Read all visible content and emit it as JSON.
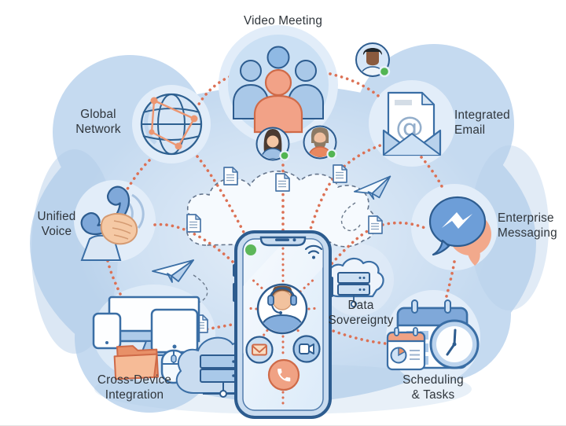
{
  "illustration": {
    "description_visible_text_only": true,
    "features": [
      {
        "id": "video-meeting",
        "label": "Video Meeting",
        "icon": "video-meeting-group-icon"
      },
      {
        "id": "global-network",
        "label": "Global\nNetwork",
        "icon": "globe-icon"
      },
      {
        "id": "unified-voice",
        "label": "Unified\nVoice",
        "icon": "handset-in-hand-icon"
      },
      {
        "id": "cross-device-integration",
        "label": "Cross-Device\nIntegration",
        "icon": "devices-icon"
      },
      {
        "id": "integrated-email",
        "label": "Integrated\nEmail",
        "icon": "open-envelope-at-icon"
      },
      {
        "id": "enterprise-messaging",
        "label": "Enterprise\nMessaging",
        "icon": "chat-bubbles-bolt-icon"
      },
      {
        "id": "data-sovereignty",
        "label": "Data\nSovereignty",
        "icon": "cloud-server-icon"
      },
      {
        "id": "scheduling-tasks",
        "label": "Scheduling\n& Tasks",
        "icon": "calendar-clock-icon"
      }
    ],
    "center": {
      "icon": "smartphone-with-agent-icon",
      "screen_icons": [
        "online-dot-icon",
        "wifi-icon",
        "agent-avatar-icon",
        "mail-button-icon",
        "video-call-button-icon",
        "voice-call-button-icon"
      ]
    },
    "decor_icons": [
      "document-icon",
      "paper-plane-icon",
      "dashed-cloud-icon",
      "server-cloud-icon"
    ],
    "colors": {
      "background": "#ffffff",
      "blob": "#c5daf0",
      "halo": "#e2edf9",
      "dotted_connector": "#dc7155",
      "outline_dark": "#2d5c8f",
      "outline_mid": "#3a6ea5",
      "blue_mid": "#7fa8d9",
      "blue_light": "#a9c9e9",
      "blue_pale": "#cde1f5",
      "orange_fill": "#f2a287",
      "orange_outline": "#cf6a48",
      "online_green": "#53b552",
      "text": "#2f353b"
    }
  }
}
